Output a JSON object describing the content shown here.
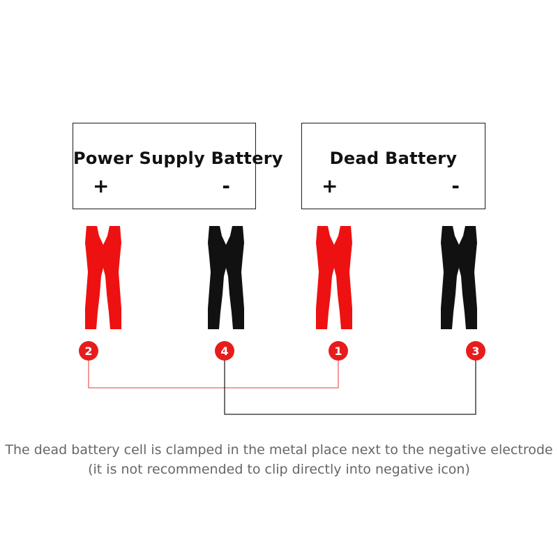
{
  "batteries": {
    "supply": {
      "title": "Power Supply Battery",
      "positive": "+",
      "negative": "-"
    },
    "dead": {
      "title": "Dead Battery",
      "positive": "+",
      "negative": "-"
    }
  },
  "clamps": [
    {
      "id": "supply-positive",
      "color": "#ee1111",
      "order": "2"
    },
    {
      "id": "supply-negative",
      "color": "#111111",
      "order": "4"
    },
    {
      "id": "dead-positive",
      "color": "#ee1111",
      "order": "1"
    },
    {
      "id": "dead-negative",
      "color": "#111111",
      "order": "3"
    }
  ],
  "colors": {
    "red": "#ee1111",
    "black": "#111111",
    "badge": "#e81c1c",
    "red_wire": "#f06060",
    "black_wire": "#222222",
    "caption": "#666666"
  },
  "caption": {
    "line1": "The dead battery cell is clamped in the metal place next to the negative electrode",
    "line2": "(it is not recommended to clip directly into negative icon)"
  }
}
